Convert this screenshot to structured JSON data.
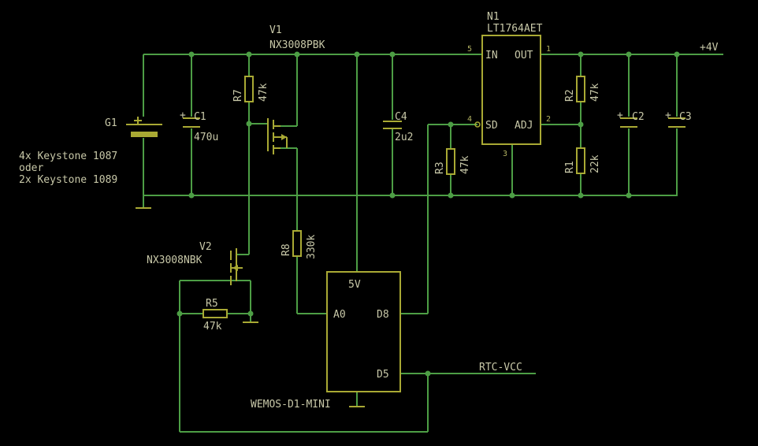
{
  "labels": {
    "G1": "G1",
    "battery_note_1": "4x Keystone 1087",
    "battery_note_2": "oder",
    "battery_note_3": "2x Keystone 1089",
    "C1": "C1",
    "C1_val": "470u",
    "R7": "R7",
    "R7_val": "47k",
    "V1": "V1",
    "V1_part": "NX3008PBK",
    "C4": "C4",
    "C4_val": "2u2",
    "N1": "N1",
    "N1_part": "LT1764AET",
    "pin_IN": "IN",
    "pin_OUT": "OUT",
    "pin_SD": "SD",
    "pin_ADJ": "ADJ",
    "pin1": "1",
    "pin2": "2",
    "pin3": "3",
    "pin4": "4",
    "pin5": "5",
    "R3": "R3",
    "R3_val": "47k",
    "R2": "R2",
    "R2_val": "47k",
    "R1": "R1",
    "R1_val": "22k",
    "C2": "C2",
    "C3": "C3",
    "plus4v": "+4V",
    "R8": "R8",
    "R8_val": "330k",
    "V2": "V2",
    "V2_part": "NX3008NBK",
    "R5": "R5",
    "R5_val": "47k",
    "wemos_5v": "5V",
    "wemos_a0": "A0",
    "wemos_d8": "D8",
    "wemos_d5": "D5",
    "wemos_name": "WEMOS-D1-MINI",
    "rtc_vcc": "RTC-VCC"
  },
  "colors": {
    "background": "#000000",
    "wire": "#4d9e45",
    "symbol": "#a9a934",
    "text": "#c8c8a8"
  }
}
